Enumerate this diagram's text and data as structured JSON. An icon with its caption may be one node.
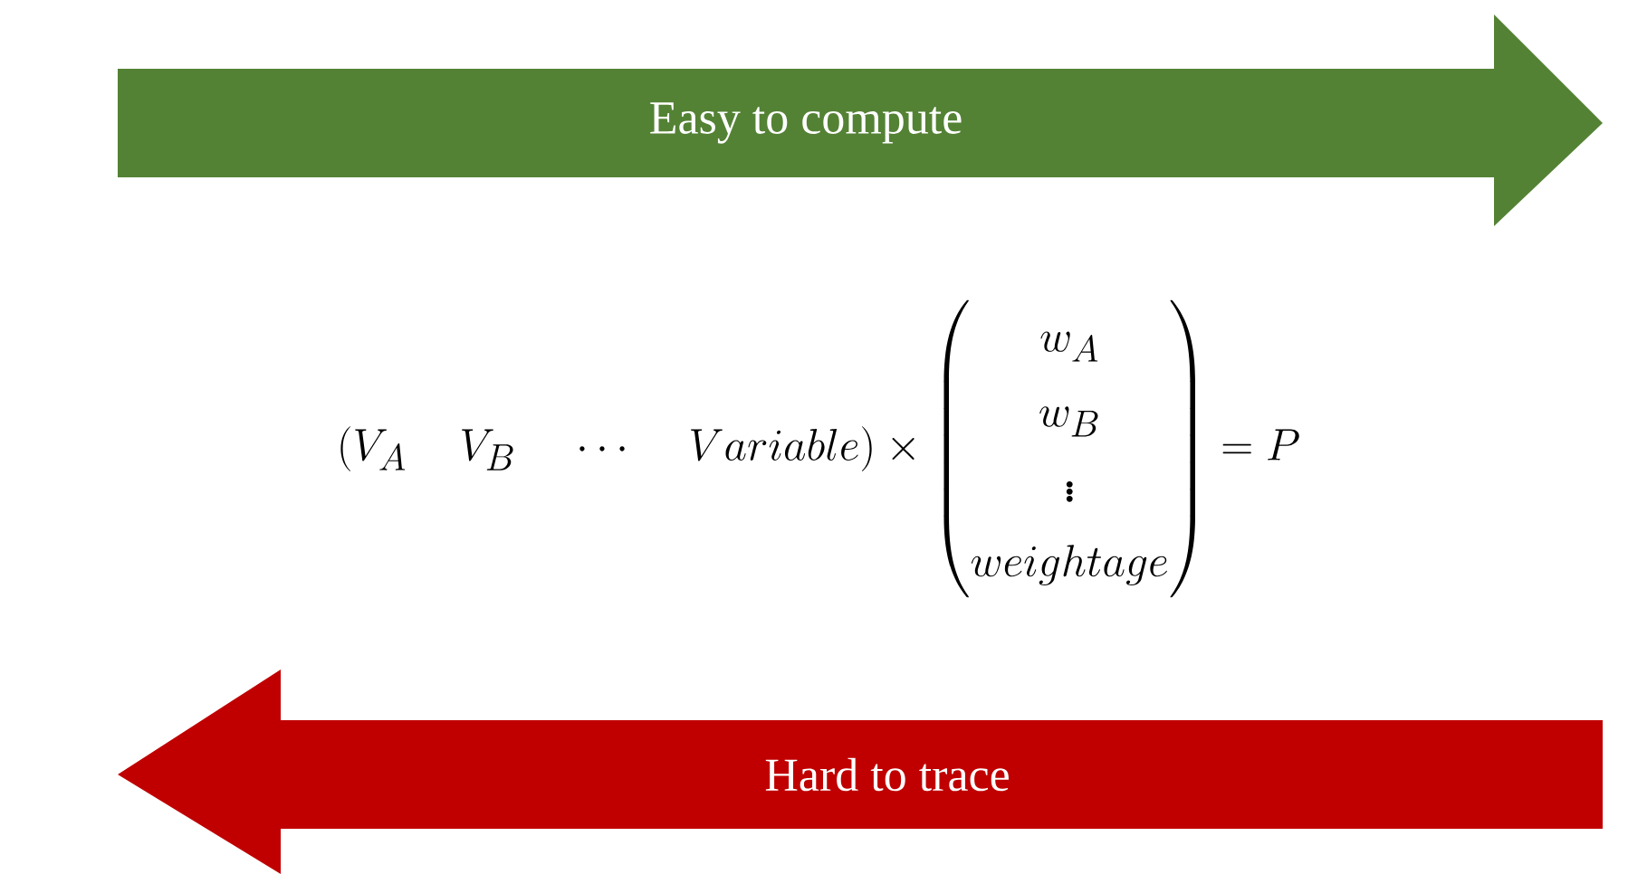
{
  "diagram": {
    "nodes": [
      {
        "text": [
          "Easy to compute"
        ]
      },
      {
        "text": [
          "Hard to trace"
        ]
      }
    ],
    "labels": [
      "(V_A \\quad V_B \\quad \\cdots \\quad Variable) \\times \\begin{pmatrix} w_A \\\\ w_B \\\\ \\vdots \\\\ weightage \\end{pmatrix} = P"
    ]
  }
}
